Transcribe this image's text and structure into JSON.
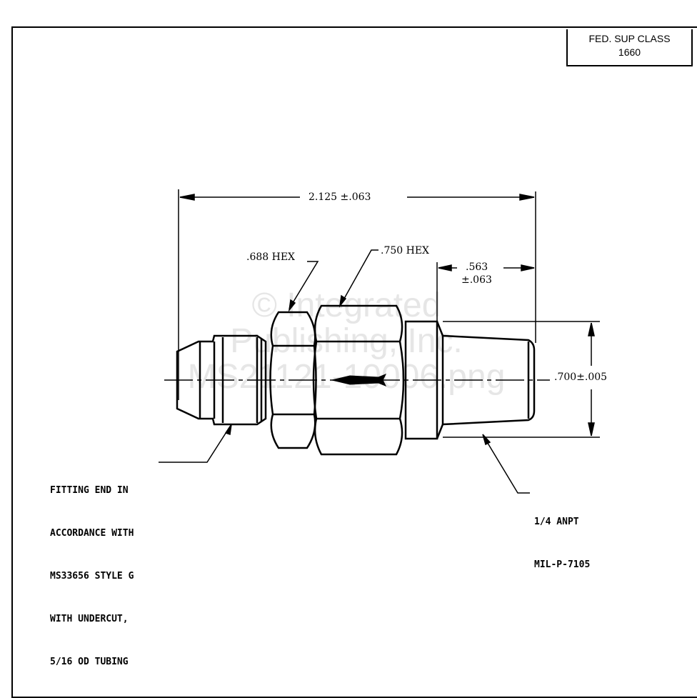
{
  "title_block": {
    "line1": "FED. SUP CLASS",
    "line2": "1660"
  },
  "dimensions": {
    "overall_length": "2.125 ±.063",
    "hex_small": ".688 HEX",
    "hex_large": ".750 HEX",
    "thread_length": ".563",
    "thread_length_tol": "±.063",
    "diameter": ".700±.005"
  },
  "notes": {
    "fitting_end": [
      "FITTING END IN",
      "ACCORDANCE WITH",
      "MS33656 STYLE G",
      "WITH UNDERCUT,",
      "5/16 OD TUBING"
    ],
    "pipe_thread": [
      "1/4 ANPT",
      "MIL-P-7105"
    ]
  },
  "watermark": [
    "© Integrated",
    "Publishing, Inc.",
    "MS21121-10006.png"
  ]
}
